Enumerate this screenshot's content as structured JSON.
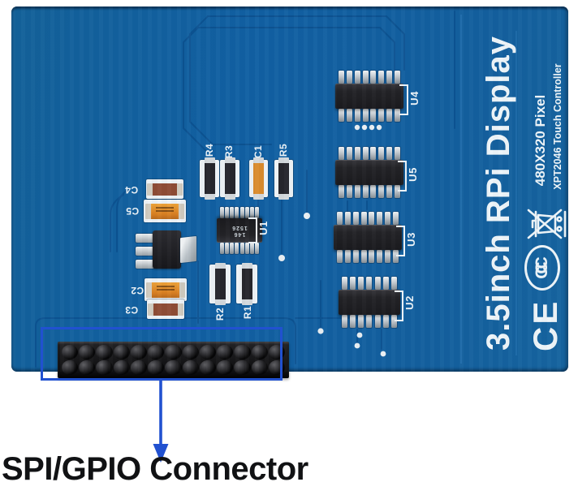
{
  "caption": {
    "text": "SPI/GPIO Connector"
  },
  "annotation": {
    "accent_color": "#2151d0",
    "shape": "rectangle-with-down-arrow"
  },
  "board": {
    "color": "#1160a3",
    "silkscreen_color": "#eef4f8",
    "title": "3.5inch RPi Display",
    "pixel_label": "480X320 Pixel",
    "touch_label": "XPT2046 Touch Controller",
    "ce_mark": "CE",
    "ccc_mark": "CCC",
    "icons": {
      "weee": "crossed-out-wheelie-bin-icon"
    },
    "refs": {
      "u1": "U1",
      "u2": "U2",
      "u3": "U3",
      "u4": "U4",
      "u5": "U5",
      "r1": "R1",
      "r2": "R2",
      "r3": "R3",
      "r4": "R4",
      "r5": "R5",
      "c1": "C1",
      "c2": "C2",
      "c3": "C3",
      "c4": "C4",
      "c5": "C5"
    },
    "u1_marking_line1": "146",
    "u1_marking_line2": "1526",
    "gpio_header": {
      "rows": 2,
      "cols": 13
    }
  }
}
